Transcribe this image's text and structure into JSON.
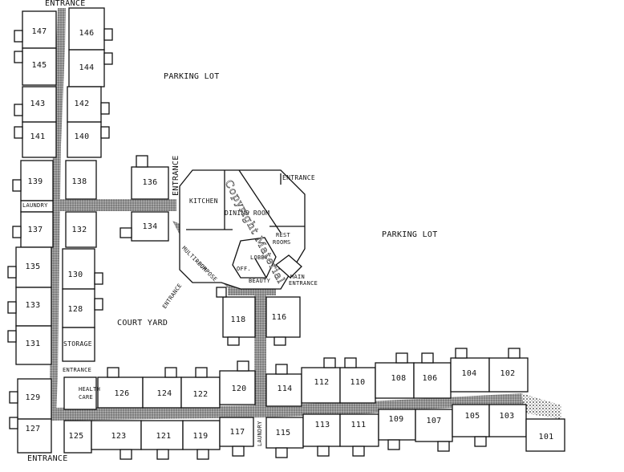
{
  "labels": {
    "entrance_top": "ENTRANCE",
    "parking_lot_top": "PARKING LOT",
    "parking_lot_right": "PARKING LOT",
    "court_yard": "COURT YARD",
    "entrance_vertical": "ENTRANCE",
    "kitchen": "KITCHEN",
    "dining_room": "DINING ROOM",
    "entrance_right": "ENTRANCE",
    "rest_rooms_1": "REST",
    "rest_rooms_2": "ROOMS",
    "lobby": "LOBBY",
    "off": "OFF.",
    "beauty": "BEAUTY",
    "main_entrance_1": "MAIN",
    "main_entrance_2": "ENTRANCE",
    "multi_purpose_1": "MULTI-PURPOSE",
    "multi_purpose_2": "ROOM",
    "entrance_diag": "ENTRANCE",
    "laundry_left": "LAUNDRY",
    "storage": "STORAGE",
    "entrance_lower": "ENTRANCE",
    "health_care_1": "HEALTH",
    "health_care_2": "CARE",
    "laundry_bottom": "LAUNDRY",
    "entrance_bottom": "ENTRANCE",
    "watermark": "Copyright Material"
  },
  "rooms": {
    "r147": "147",
    "r146": "146",
    "r145": "145",
    "r144": "144",
    "r143": "143",
    "r142": "142",
    "r141": "141",
    "r140": "140",
    "r139": "139",
    "r138": "138",
    "r137": "137",
    "r132": "132",
    "r136": "136",
    "r134": "134",
    "r135": "135",
    "r130": "130",
    "r133": "133",
    "r128": "128",
    "r131": "131",
    "r129": "129",
    "r127": "127",
    "r126": "126",
    "r124": "124",
    "r122": "122",
    "r120": "120",
    "r125": "125",
    "r123": "123",
    "r121": "121",
    "r119": "119",
    "r117": "117",
    "r118": "118",
    "r116": "116",
    "r114": "114",
    "r112": "112",
    "r110": "110",
    "r108": "108",
    "r106": "106",
    "r104": "104",
    "r102": "102",
    "r115": "115",
    "r113": "113",
    "r111": "111",
    "r109": "109",
    "r107": "107",
    "r105": "105",
    "r103": "103",
    "r101": "101"
  }
}
